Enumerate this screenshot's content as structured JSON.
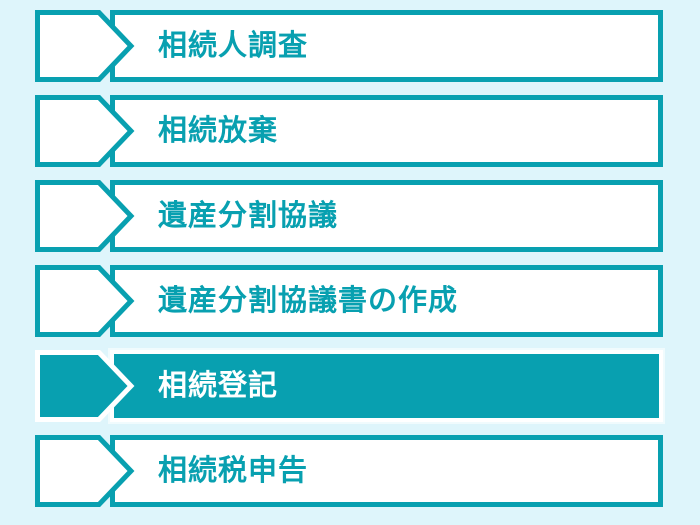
{
  "colors": {
    "teal": "#08a0b0",
    "background": "#def5fb",
    "white": "#ffffff"
  },
  "steps": [
    {
      "label": "相続人調査",
      "active": false
    },
    {
      "label": "相続放棄",
      "active": false
    },
    {
      "label": "遺産分割協議",
      "active": false
    },
    {
      "label": "遺産分割協議書の作成",
      "active": false
    },
    {
      "label": "相続登記",
      "active": true
    },
    {
      "label": "相続税申告",
      "active": false
    }
  ]
}
